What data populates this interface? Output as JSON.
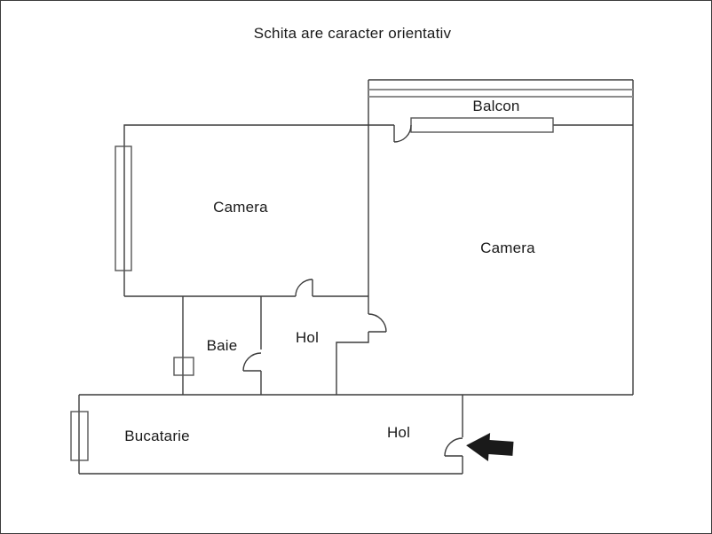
{
  "page": {
    "title": "Schita are caracter orientativ"
  },
  "labels": {
    "balcon": "Balcon",
    "camera_left": "Camera",
    "camera_right": "Camera",
    "baie": "Baie",
    "hol_middle": "Hol",
    "bucatarie": "Bucatarie",
    "hol_bottom": "Hol"
  },
  "icons": {
    "entrance_arrow": "left-pointing-entrance-arrow"
  },
  "colors": {
    "wall": "#3c3c3c",
    "window": "#555555",
    "railing": "#8c8c8c",
    "arrow": "#1a1a1a",
    "background": "#ffffff",
    "text": "#1a1a1a"
  }
}
